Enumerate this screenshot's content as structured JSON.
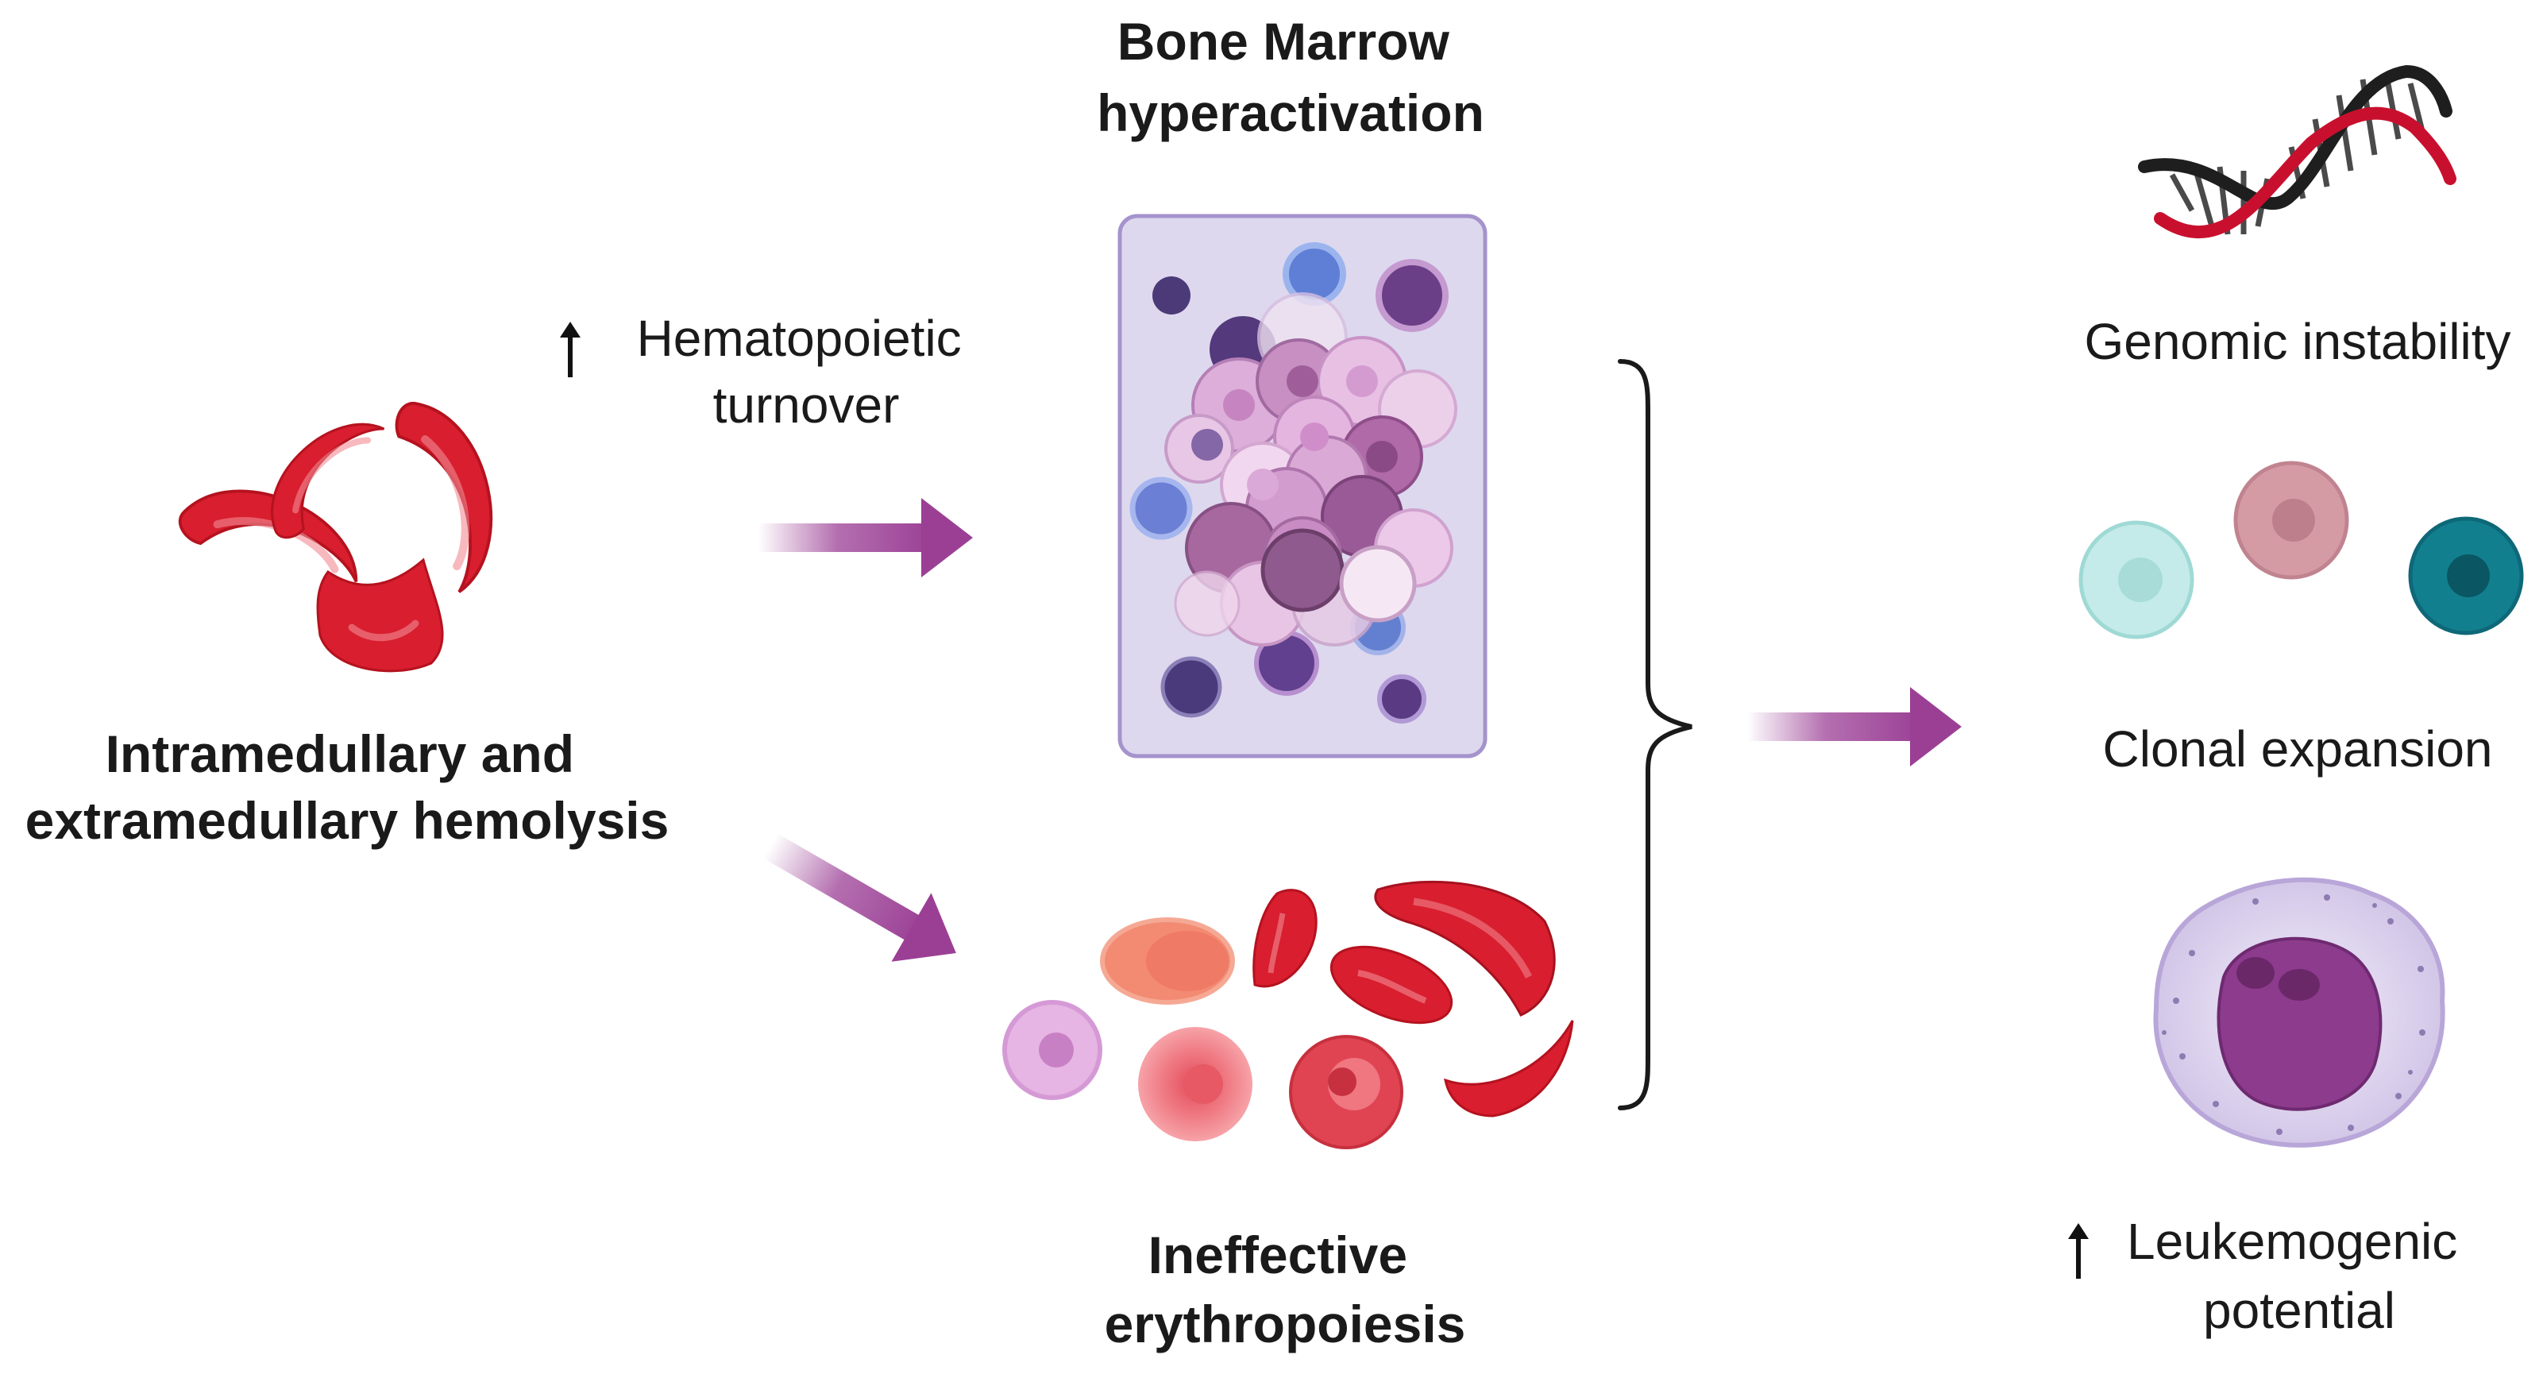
{
  "labels": {
    "hemolysis": [
      "Intramedullary and",
      "extramedullary hemolysis"
    ],
    "hematopoietic": [
      "Hematopoietic",
      "turnover"
    ],
    "bone_marrow": [
      "Bone Marrow",
      "hyperactivation"
    ],
    "ineffective": [
      "Ineffective",
      "erythropoiesis"
    ],
    "genomic": "Genomic instability",
    "clonal": "Clonal expansion",
    "leukemogenic": [
      "Leukemogenic",
      "potential"
    ]
  },
  "icons": [
    "sickle-cell-icon",
    "bone-marrow-icon",
    "red-blood-cell-icon",
    "dna-icon",
    "clonal-cell-icon",
    "leukemic-cell-icon",
    "up-arrow-icon",
    "flow-arrow-icon",
    "brace-icon"
  ],
  "colors": {
    "arrow": "#9b3f95",
    "sickle_red": "#d81e2f",
    "marrow_bg": "#ddd8ee",
    "marrow_border": "#a593cc",
    "text": "#1a1a1a"
  }
}
